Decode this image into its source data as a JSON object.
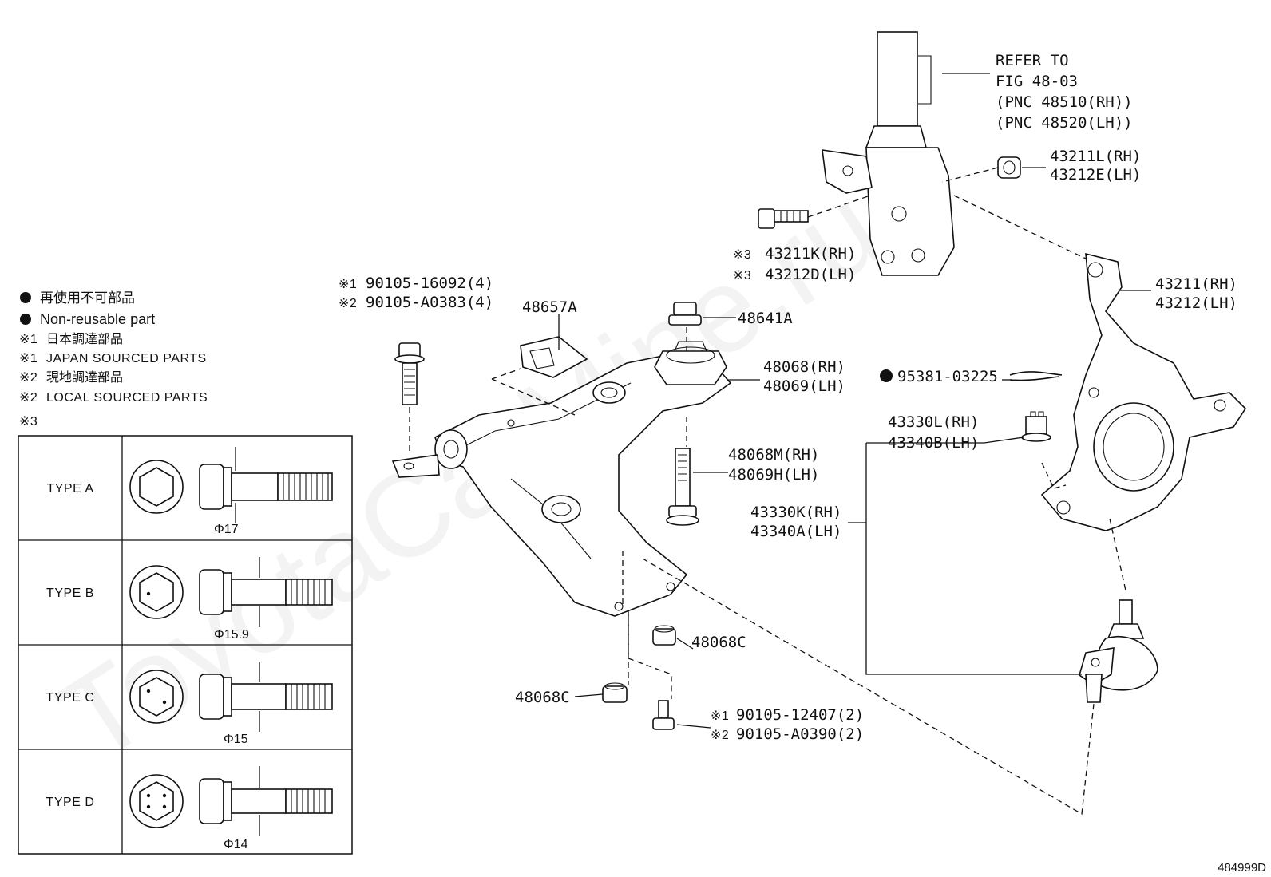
{
  "watermark": "ToyotaCarMine.ru",
  "figure_id": "484999D",
  "legend": {
    "lines": [
      {
        "mark": "●",
        "text": "再使用不可部品"
      },
      {
        "mark": "●",
        "text": "Non-reusable part"
      },
      {
        "mark": "※1",
        "text": "日本調達部品"
      },
      {
        "mark": "※1",
        "text": "JAPAN SOURCED PARTS"
      },
      {
        "mark": "※2",
        "text": "現地調達部品"
      },
      {
        "mark": "※2",
        "text": "LOCAL SOURCED PARTS"
      },
      {
        "mark": "※3",
        "text": ""
      }
    ]
  },
  "bolt_table": {
    "rows": [
      {
        "type": "TYPE  A",
        "dim": "Φ17"
      },
      {
        "type": "TYPE  B",
        "dim": "Φ15.9"
      },
      {
        "type": "TYPE  C",
        "dim": "Φ15"
      },
      {
        "type": "TYPE  D",
        "dim": "Φ14"
      }
    ]
  },
  "callouts": {
    "refer": [
      "REFER TO",
      "FIG 48-03",
      "(PNC 48510(RH))",
      "(PNC 48520(LH))"
    ],
    "c43211L": [
      "43211L(RH)",
      "43212E(LH)"
    ],
    "c43211K": {
      "mark": "※3",
      "lines": [
        "43211K(RH)",
        "43212D(LH)"
      ]
    },
    "c43211": [
      "43211(RH)",
      "43212(LH)"
    ],
    "c90105_top": [
      {
        "mark": "※1",
        "text": "90105-16092(4)"
      },
      {
        "mark": "※2",
        "text": "90105-A0383(4)"
      }
    ],
    "c48657A": "48657A",
    "c48641A": "48641A",
    "c48068": [
      "48068(RH)",
      "48069(LH)"
    ],
    "c95381": {
      "mark": "●",
      "text": "95381-03225"
    },
    "c43330L": [
      "43330L(RH)",
      "43340B(LH)"
    ],
    "c48068M": [
      "48068M(RH)",
      "48069H(LH)"
    ],
    "c43330K": [
      "43330K(RH)",
      "43340A(LH)"
    ],
    "c48068C_right": "48068C",
    "c48068C_left": "48068C",
    "c90105_bottom": [
      {
        "mark": "※1",
        "text": "90105-12407(2)"
      },
      {
        "mark": "※2",
        "text": "90105-A0390(2)"
      }
    ]
  }
}
